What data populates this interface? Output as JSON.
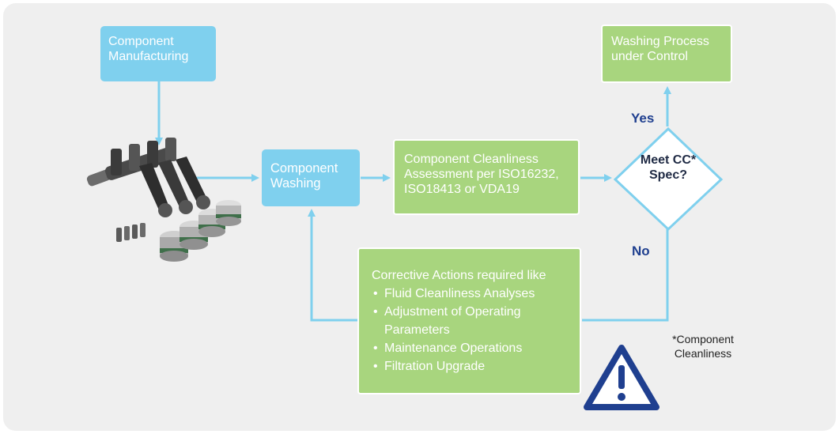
{
  "nodes": {
    "manufacturing": "Component Manufacturing",
    "washing": "Component Washing",
    "assessment": "Component Cleanliness Assessment per ISO16232, ISO18413 or VDA19",
    "decision": "Meet CC* Spec?",
    "under_control": "Washing Process under Control",
    "corrective_title": "Corrective Actions required like",
    "corrective_items": [
      "Fluid Cleanliness Analyses",
      "Adjustment of Operating Parameters",
      "Maintenance Operations",
      "Filtration Upgrade"
    ]
  },
  "edges": {
    "yes": "Yes",
    "no": "No"
  },
  "footnote": "*Component Cleanliness",
  "icons": {
    "parts": "engine-parts-image",
    "warning": "warning-icon"
  },
  "colors": {
    "blue_box": "#7fd0ee",
    "green_box": "#a8d57e",
    "arrow": "#7fd0ee",
    "label": "#1f3f8f",
    "warning": "#1f3f8f"
  }
}
